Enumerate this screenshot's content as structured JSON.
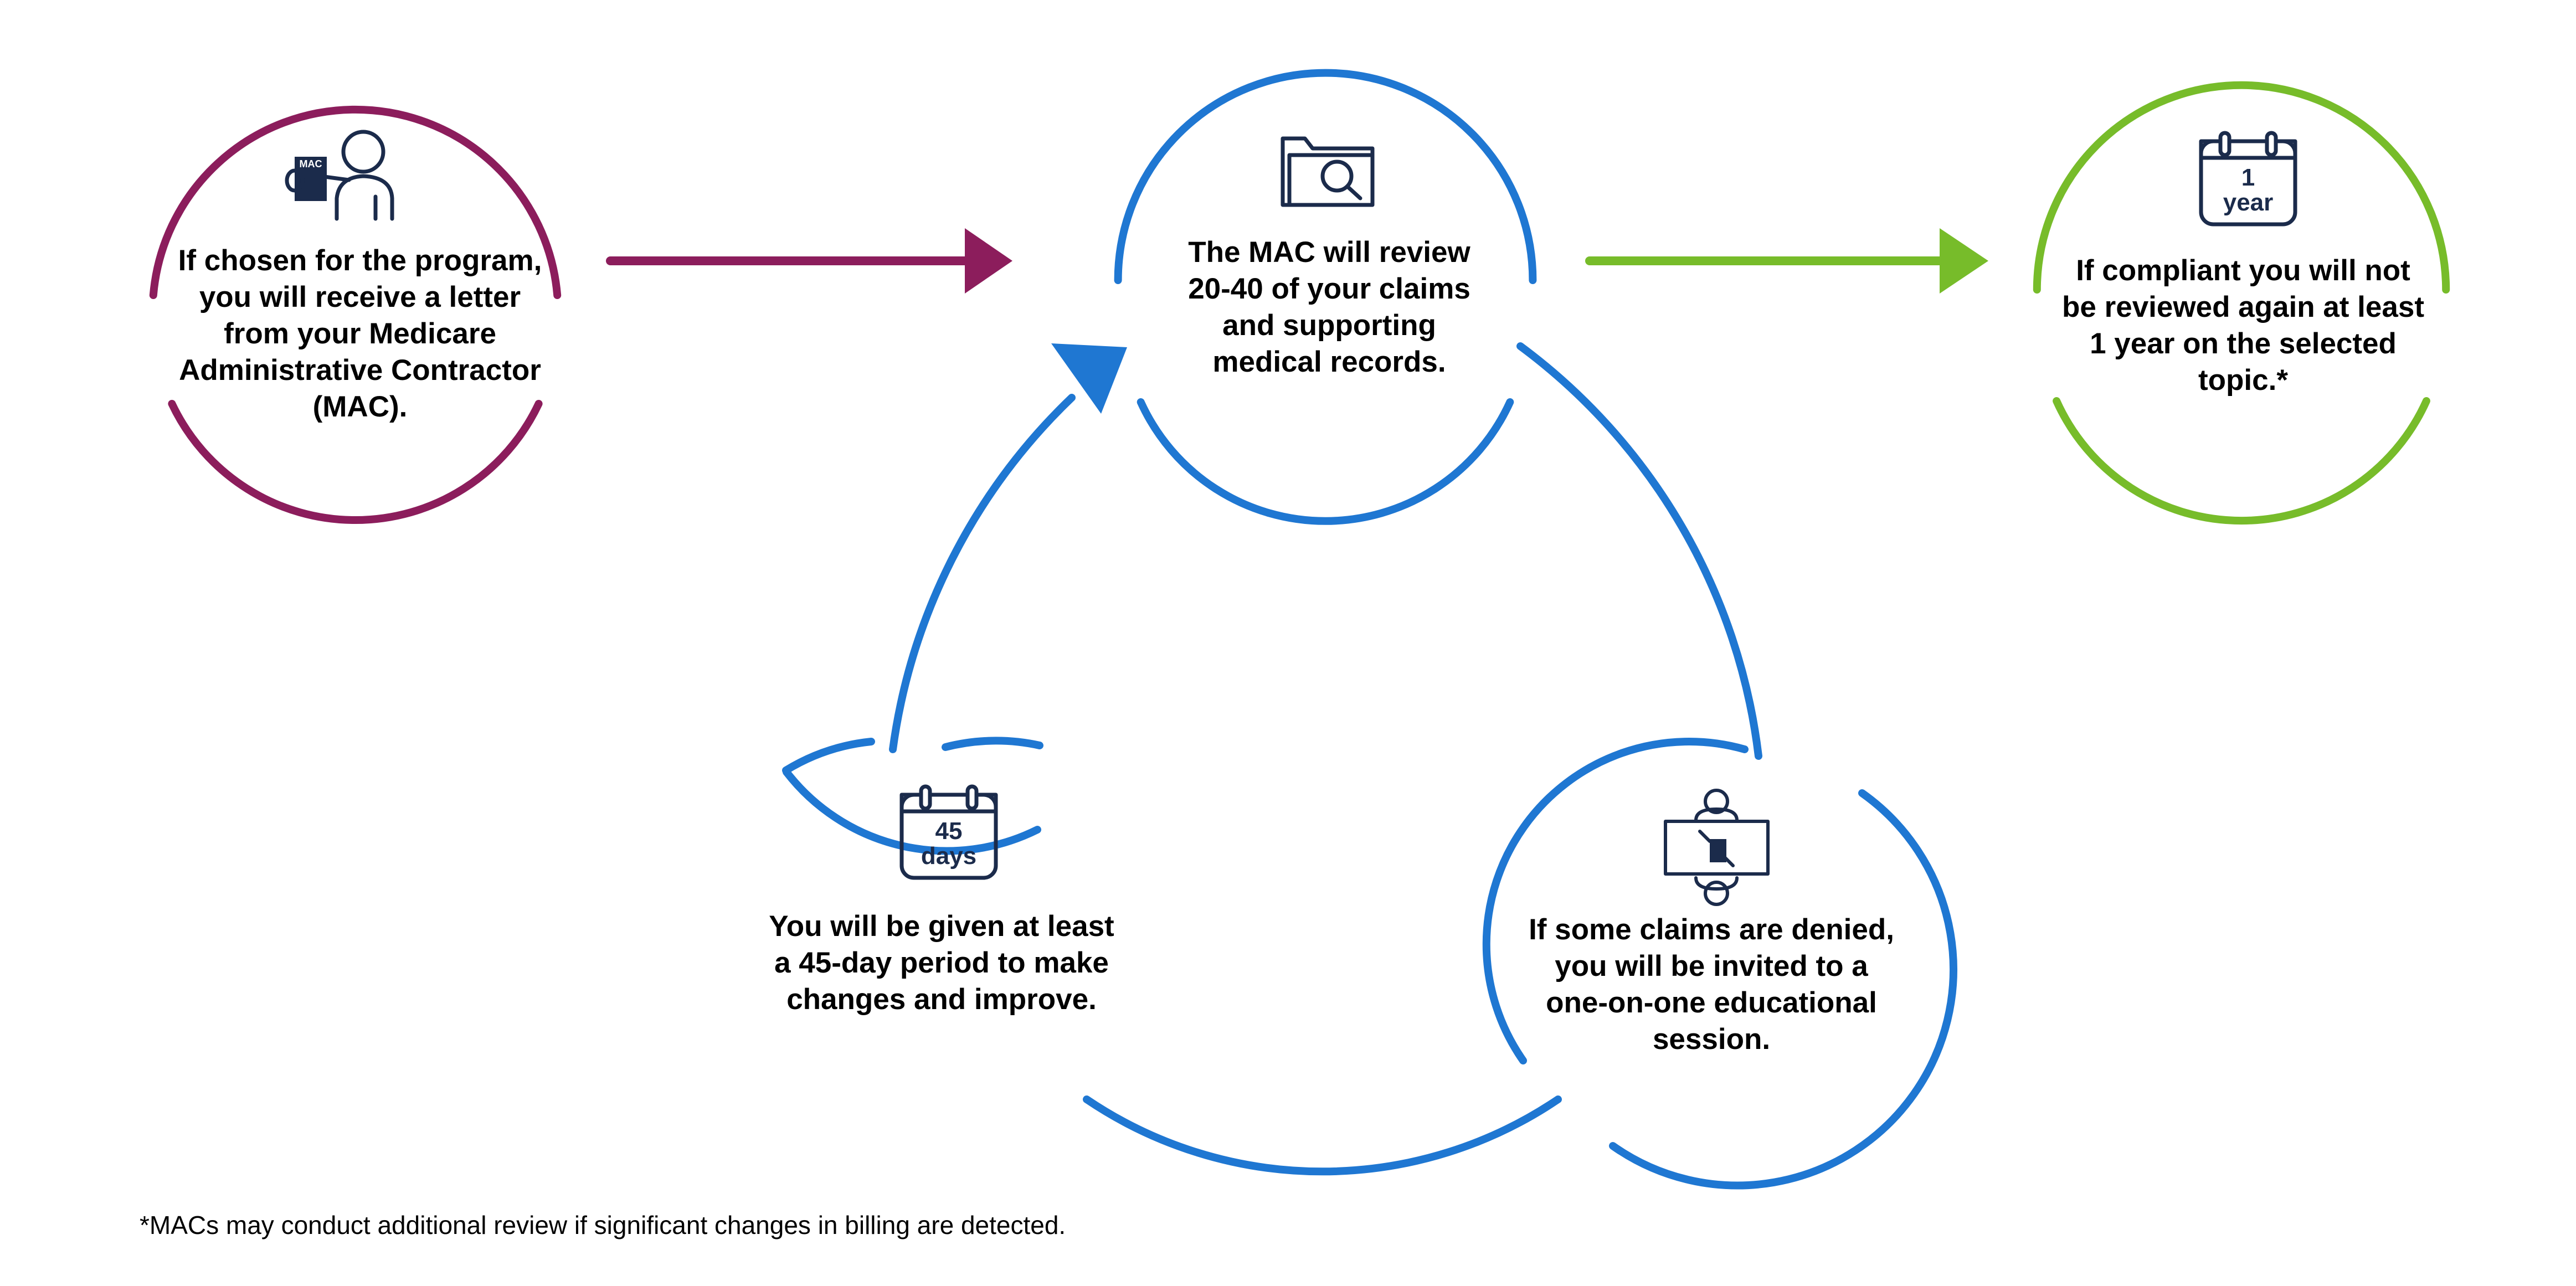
{
  "colors": {
    "maroon": "#8c1d5c",
    "blue": "#1f77d2",
    "green": "#77bc2a",
    "icon_navy": "#1b2b4b"
  },
  "nodes": {
    "letter": {
      "text": "If chosen for the program,\nyou will receive a letter\nfrom your Medicare\nAdministrative Contractor\n(MAC).",
      "icon": "person-with-letter-icon",
      "icon_label": "MAC"
    },
    "review": {
      "text": "The MAC will review\n20-40 of your claims\nand supporting\nmedical records.",
      "icon": "folder-search-icon"
    },
    "compliant": {
      "text": "If compliant you will not\nbe reviewed again at least\n1 year on the selected\ntopic.*",
      "icon": "calendar-icon",
      "calendar_top": "1",
      "calendar_bottom": "year"
    },
    "improve": {
      "text": "You will be given at least\na 45-day period to make\nchanges and improve.",
      "icon": "calendar-icon",
      "calendar_top": "45",
      "calendar_bottom": "days"
    },
    "education": {
      "text": "If some claims are denied,\nyou will be invited to a\none-on-one educational\nsession.",
      "icon": "meeting-table-icon"
    }
  },
  "footnote": "*MACs may conduct additional review if significant changes in billing are detected."
}
